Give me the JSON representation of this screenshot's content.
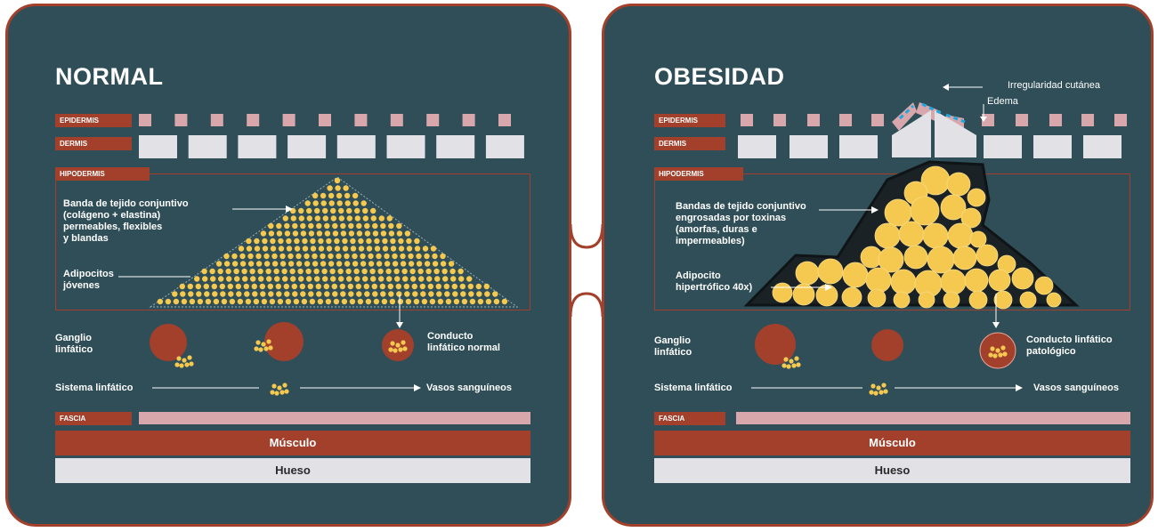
{
  "panels": {
    "normal": {
      "title": "NORMAL",
      "epidermis_label": "EPIDERMIS",
      "dermis_label": "DERMIS",
      "hypodermis_label": "HIPODERMIS",
      "band_text": [
        "Banda de tejido conjuntivo",
        "(colágeno + elastina)",
        "permeables, flexibles",
        "y blandas"
      ],
      "adipocyte_text": [
        "Adipocitos",
        "jóvenes"
      ],
      "ganglion_text": [
        "Ganglio",
        "linfático"
      ],
      "duct_text": [
        "Conducto",
        "linfático normal"
      ],
      "lymph_system": "Sistema linfático",
      "blood_vessels": "Vasos sanguíneos",
      "fascia_label": "FASCIA",
      "muscle": "Músculo",
      "bone": "Hueso"
    },
    "obesity": {
      "title": "OBESIDAD",
      "irregularity": "Irregularidad cutánea",
      "edema": "Edema",
      "epidermis_label": "EPIDERMIS",
      "dermis_label": "DERMIS",
      "hypodermis_label": "HIPODERMIS",
      "band_text": [
        "Bandas de tejido conjuntivo",
        "engrosadas por toxinas",
        "(amorfas, duras e",
        "impermeables)"
      ],
      "adipocyte_text": [
        "Adipocito",
        "hipertrófico 40x)"
      ],
      "ganglion_text": [
        "Ganglio",
        "linfático"
      ],
      "duct_text": [
        "Conducto linfático",
        "patológico"
      ],
      "lymph_system": "Sistema linfático",
      "blood_vessels": "Vasos sanguíneos",
      "fascia_label": "FASCIA",
      "muscle": "Músculo",
      "bone": "Hueso"
    }
  },
  "colors": {
    "background": "#2f4e57",
    "accent": "#a2402c",
    "epidermis": "#d7a7ac",
    "dermis": "#e2e2e6",
    "fat": "#f5c94f",
    "edema": "#1fa8e0"
  }
}
